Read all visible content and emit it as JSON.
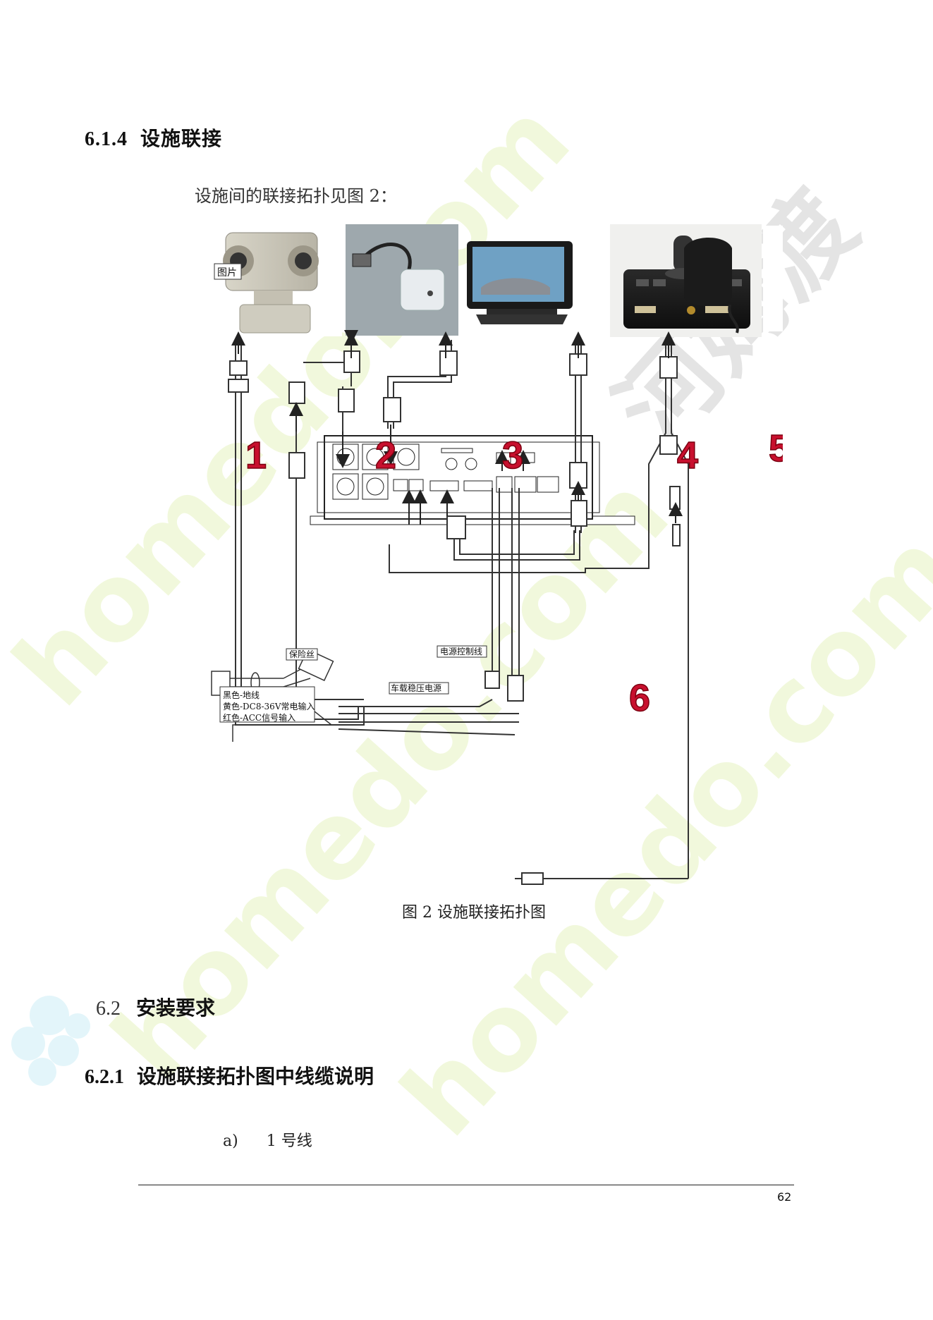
{
  "section_6_1_4": {
    "number": "6.1.4",
    "title": "设施联接"
  },
  "intro_text": "设施间的联接拓扑见图 2：",
  "diagram": {
    "photo_label": "图片",
    "callouts": [
      "1",
      "2",
      "3",
      "4",
      "5",
      "6"
    ],
    "labels": {
      "fuse": "保险丝",
      "power_control": "电源控制线",
      "vehicle_power": "车载稳压电源",
      "wire_black": "黑色-地线",
      "wire_yellow": "黄色-DC8-36V常电输入",
      "wire_red": "红色-ACC信号输入"
    }
  },
  "figure_caption": "图 2 设施联接拓扑图",
  "section_6_2": {
    "number": "6.2",
    "title": "安装要求"
  },
  "section_6_2_1": {
    "number": "6.2.1",
    "title": "设施联接拓扑图中线缆说明"
  },
  "list_item_a": {
    "marker": "a)",
    "text": "1 号线"
  },
  "page_number": "62",
  "watermark": {
    "url_text": "homedo.com",
    "brand_text": "河姆渡"
  },
  "colors": {
    "callout_red": "#c8102e",
    "watermark_green": "#e8f5c8",
    "watermark_cyan": "#d6f2f7"
  }
}
